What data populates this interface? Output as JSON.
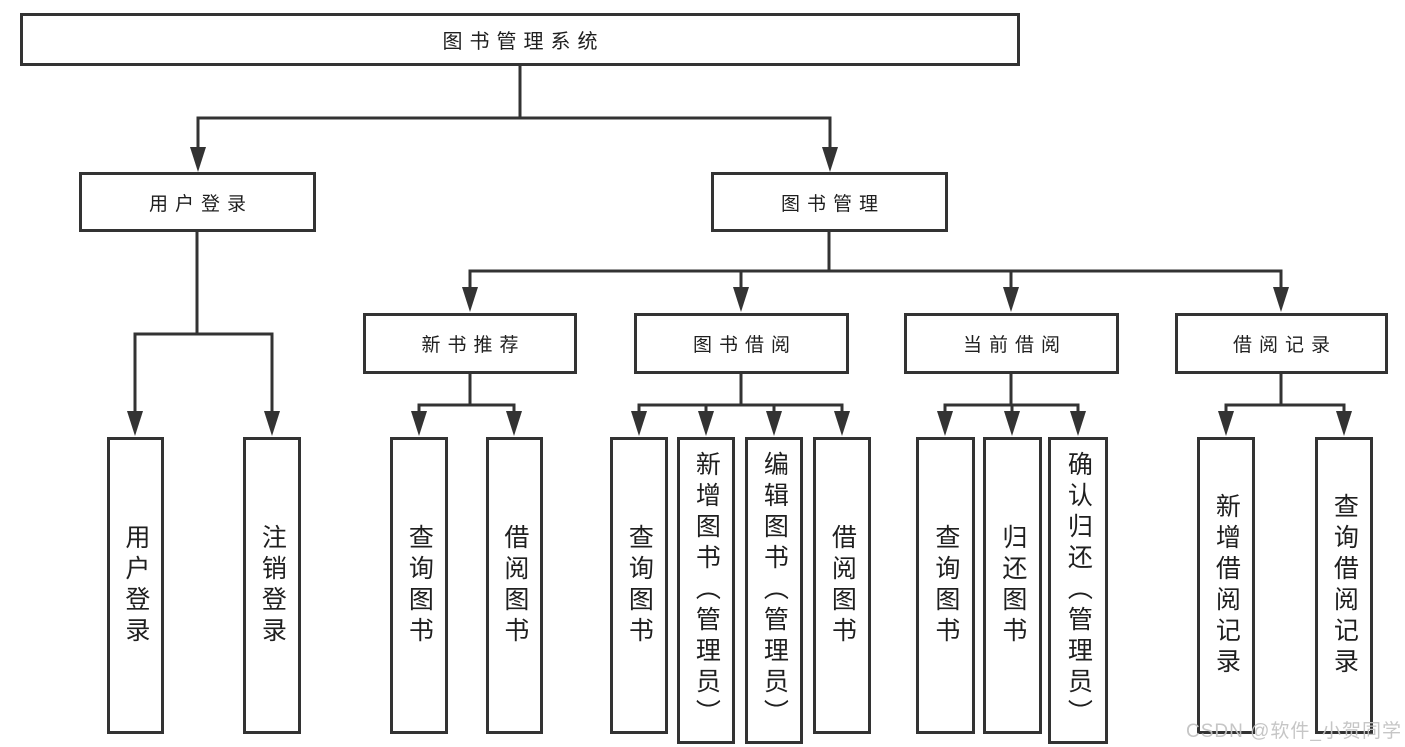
{
  "diagram": {
    "root": {
      "label": "图书管理系统"
    },
    "level2": [
      {
        "label": "用户登录"
      },
      {
        "label": "图书管理"
      }
    ],
    "level3": [
      {
        "label": "新书推荐"
      },
      {
        "label": "图书借阅"
      },
      {
        "label": "当前借阅"
      },
      {
        "label": "借阅记录"
      }
    ],
    "leaves": {
      "user_login": [
        {
          "label": "用户登录"
        },
        {
          "label": "注销登录"
        }
      ],
      "new_book": [
        {
          "label": "查询图书"
        },
        {
          "label": "借阅图书"
        }
      ],
      "book_borrow": [
        {
          "label": "查询图书"
        },
        {
          "label": "新增图书（管理员）"
        },
        {
          "label": "编辑图书（管理员）"
        },
        {
          "label": "借阅图书"
        }
      ],
      "current_borrow": [
        {
          "label": "查询图书"
        },
        {
          "label": "归还图书"
        },
        {
          "label": "确认归还（管理员）"
        }
      ],
      "borrow_record": [
        {
          "label": "新增借阅记录"
        },
        {
          "label": "查询借阅记录"
        }
      ]
    }
  },
  "watermark": {
    "text": "CSDN @软件_小贺同学"
  },
  "colors": {
    "line": "#333333",
    "text": "#1f1f1f",
    "watermark": "#c3c3c3",
    "background": "#ffffff"
  }
}
